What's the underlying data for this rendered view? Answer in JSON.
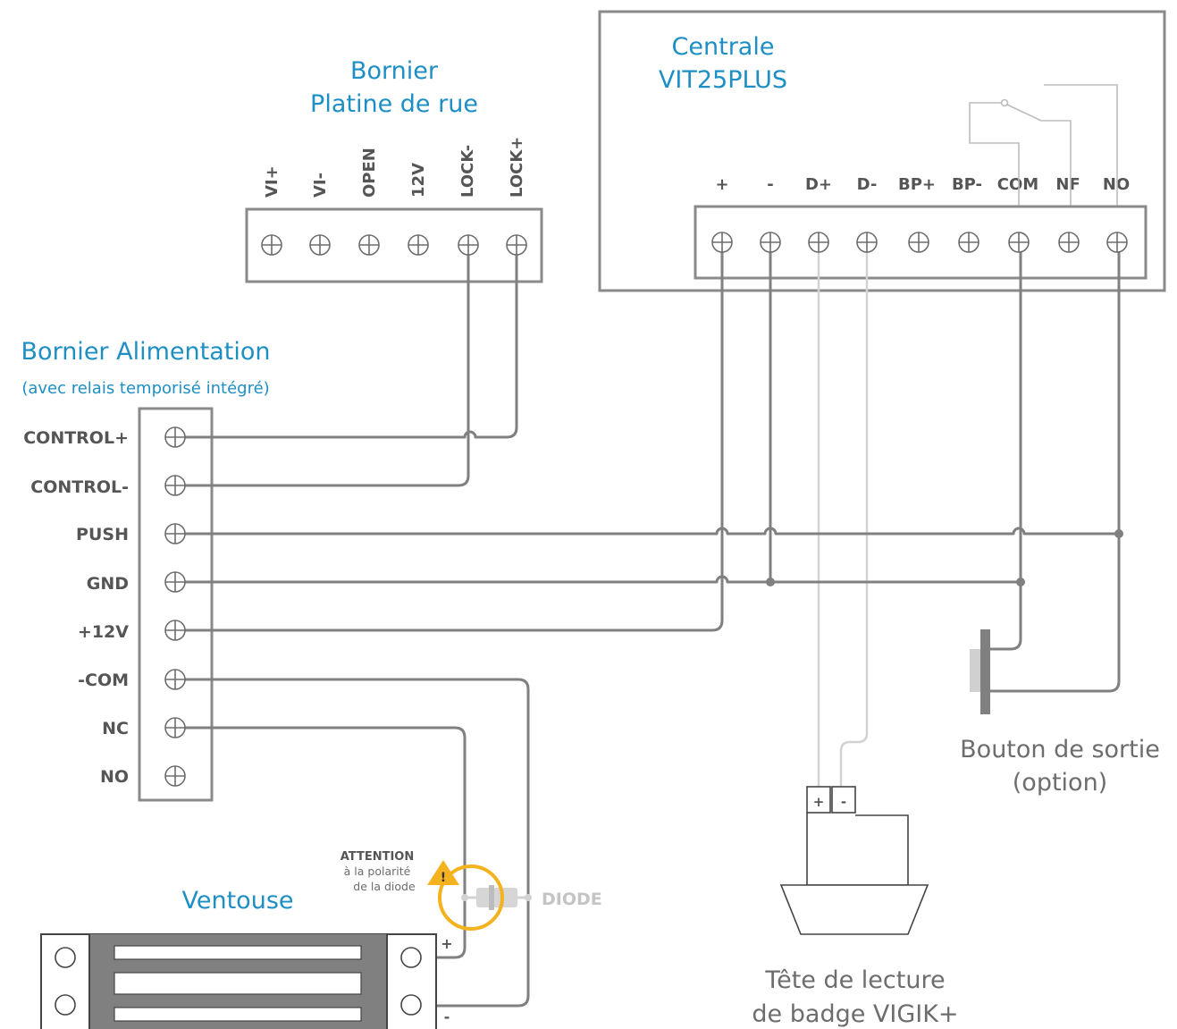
{
  "street_panel": {
    "title_line1": "Bornier",
    "title_line2": "Platine de rue",
    "terminals": [
      "VI+",
      "VI-",
      "OPEN",
      "12V",
      "LOCK-",
      "LOCK+"
    ]
  },
  "central": {
    "title_line1": "Centrale",
    "title_line2": "VIT25PLUS",
    "terminals": [
      "+",
      "-",
      "D+",
      "D-",
      "BP+",
      "BP-",
      "COM",
      "NF",
      "NO"
    ]
  },
  "power": {
    "title": "Bornier Alimentation",
    "subtitle": "(avec relais temporisé intégré)",
    "terminals": [
      "CONTROL+",
      "CONTROL-",
      "PUSH",
      "GND",
      "+12V",
      "-COM",
      "NC",
      "NO"
    ]
  },
  "maglock": {
    "title": "Ventouse",
    "plus": "+",
    "minus": "-"
  },
  "warning": {
    "line1": "ATTENTION",
    "line2": "à la polarité",
    "line3": "de la diode",
    "mark": "!"
  },
  "diode": {
    "label": "DIODE"
  },
  "exit_button": {
    "line1": "Bouton de sortie",
    "line2": "(option)"
  },
  "reader": {
    "line1": "Tête de lecture",
    "line2": "de badge VIGIK+",
    "plus": "+",
    "minus": "-"
  },
  "colors": {
    "title_blue": "#1e8fc4",
    "wire_gray": "#808080",
    "warning_orange": "#f5b21f"
  }
}
